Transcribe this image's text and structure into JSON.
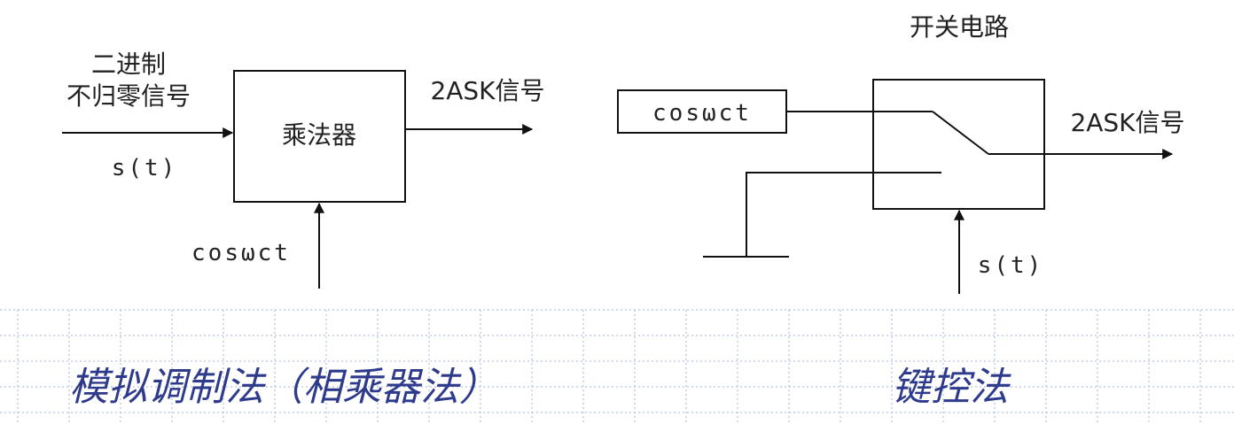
{
  "left_diagram": {
    "input_label_line1": "二进制",
    "input_label_line2": "不归零信号",
    "input_signal": "s(t)",
    "block_label": "乘法器",
    "carrier_label": "cosωct",
    "output_label": "2ASK信号"
  },
  "right_diagram": {
    "switch_title": "开关电路",
    "carrier_box_label": "cosωct",
    "control_signal": "s(t)",
    "output_label": "2ASK信号"
  },
  "captions": {
    "left": "模拟调制法（相乘器法）",
    "right": "键控法"
  },
  "colors": {
    "caption": "#2e3a8c",
    "grid": "#9fb6d4",
    "line": "#111111"
  }
}
